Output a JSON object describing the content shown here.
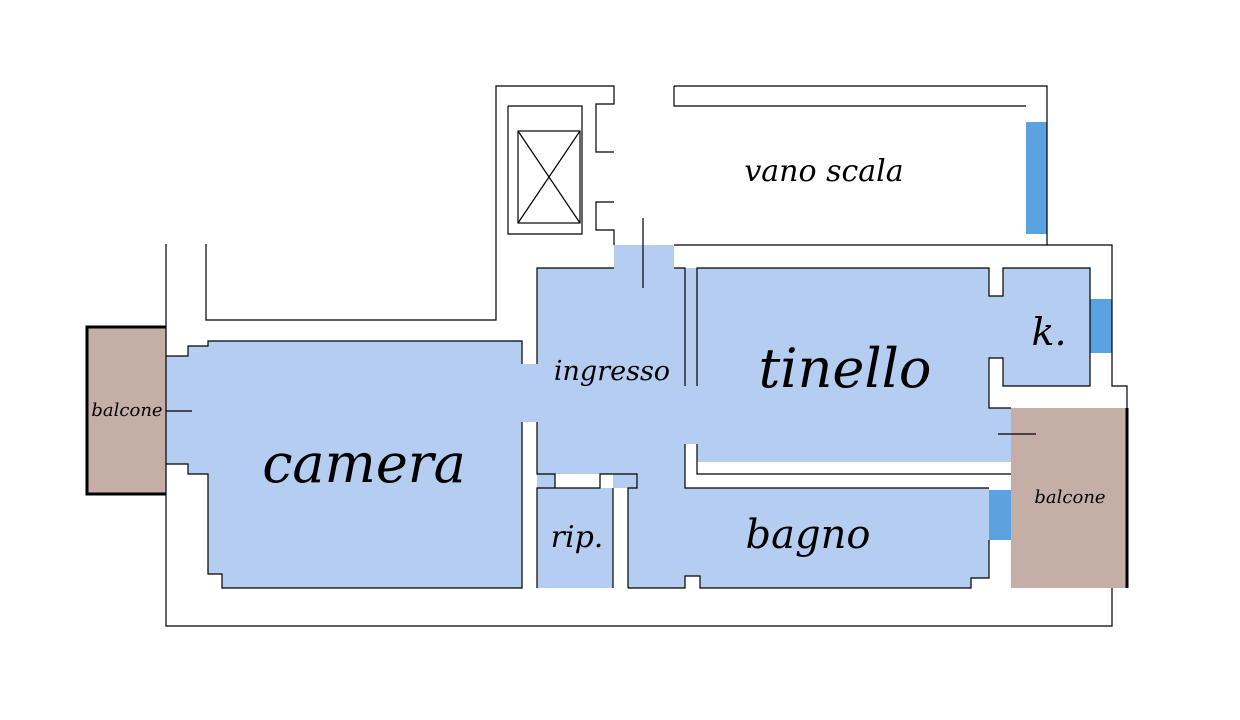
{
  "labels": {
    "vano_scala": "vano scala",
    "ingresso": "ingresso",
    "tinello": "tinello",
    "k": "k.",
    "camera": "camera",
    "rip": "rip.",
    "bagno": "bagno",
    "balcone_left": "balcone",
    "balcone_right": "balcone"
  },
  "colors": {
    "room": "#b6cdf2",
    "balcony": "#c4aea5",
    "window": "#5aa2e0",
    "wall": "#000000"
  }
}
